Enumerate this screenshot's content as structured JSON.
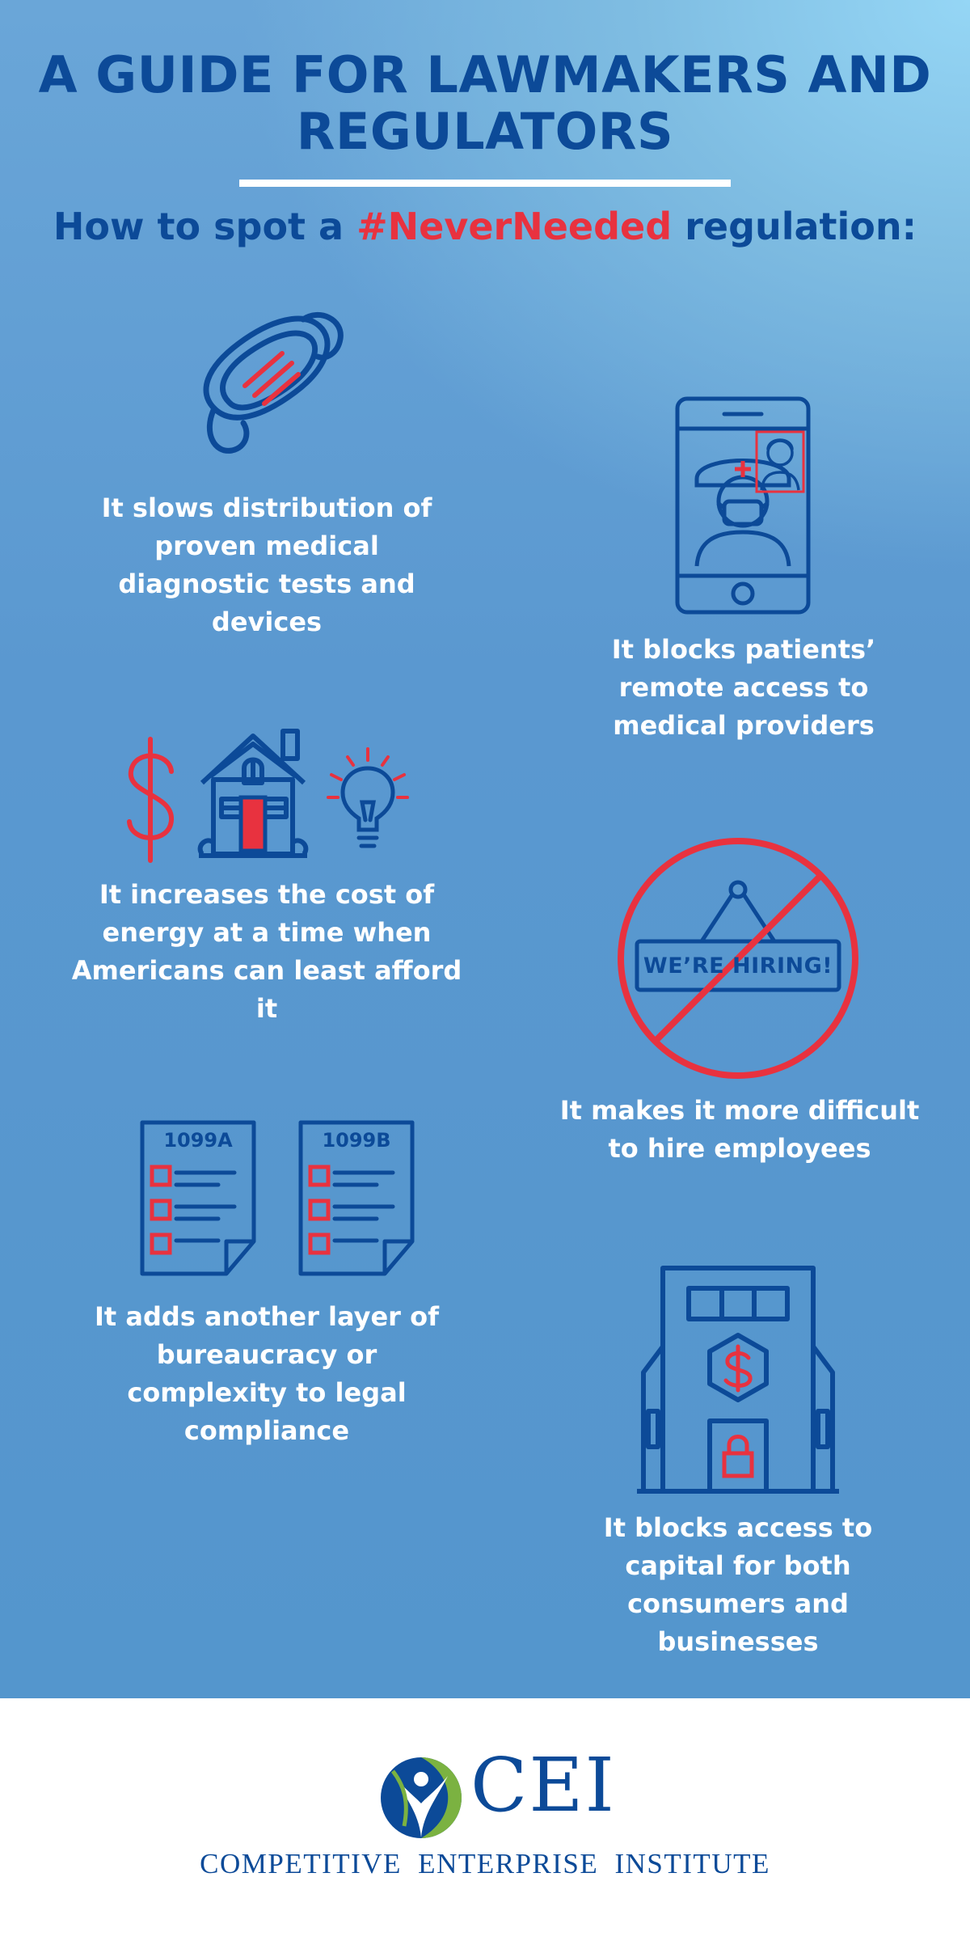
{
  "header": {
    "title": "A GUIDE FOR LAWMAKERS AND REGULATORS",
    "subtitle_prefix": "How to spot a ",
    "subtitle_highlight": "#NeverNeeded",
    "subtitle_suffix": " regulation:"
  },
  "items": [
    {
      "icon": "medical-mask-icon",
      "caption": "It slows distribution of proven medical diagnostic tests and devices"
    },
    {
      "icon": "telehealth-phone-icon",
      "caption": "It blocks patients’ remote access to medical providers"
    },
    {
      "icon": "energy-cost-icon",
      "caption": "It increases the cost of energy at a time when Americans can least afford it"
    },
    {
      "icon": "no-hiring-sign-icon",
      "sign_text": "WE’RE HIRING!",
      "caption": "It makes it more difficult to hire employees"
    },
    {
      "icon": "tax-forms-icon",
      "form_a": "1099A",
      "form_b": "1099B",
      "caption": "It adds another layer of bureaucracy or complexity to legal compliance"
    },
    {
      "icon": "bank-building-icon",
      "caption": "It blocks access to capital for both consumers and businesses"
    }
  ],
  "footer": {
    "logo_text": "CEI",
    "org_name": "COMPETITIVE ENTERPRISE INSTITUTE"
  },
  "colors": {
    "navy": "#0c4a98",
    "red": "#e8323f",
    "sky_light": "#95d6f5",
    "sky_mid": "#5a98d0",
    "white": "#ffffff",
    "logo_green": "#7bb241"
  }
}
